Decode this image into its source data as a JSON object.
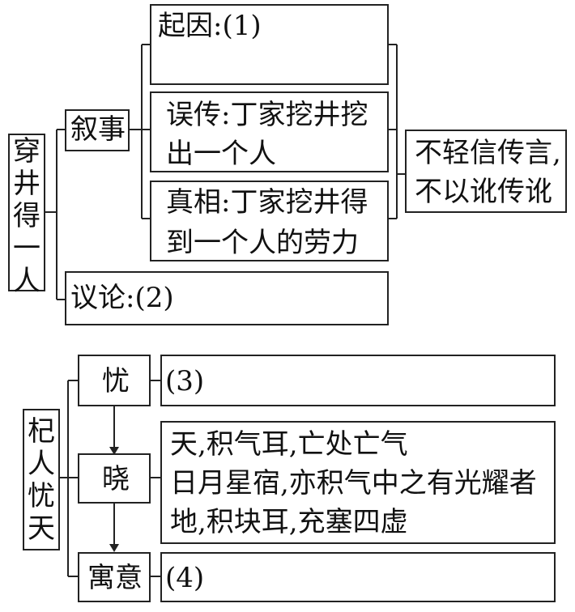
{
  "d1": {
    "root": "穿井得一人",
    "narrative": "叙事",
    "cause": "起因:(1)",
    "rumor_l1": "误传:丁家挖井挖",
    "rumor_l2": "出一个人",
    "truth_l1": "真相:丁家挖井得",
    "truth_l2": "到一个人的劳力",
    "lesson_l1": "不轻信传言,",
    "lesson_l2": "不以讹传讹",
    "discussion": "议论:(2)"
  },
  "d2": {
    "root": "杞人忧天",
    "worry": "忧",
    "worry_detail": "(3)",
    "explain": "晓",
    "explain_l1": "天,积气耳,亡处亡气",
    "explain_l2": "日月星宿,亦积气中之有光耀者",
    "explain_l3": "地,积块耳,充塞四虚",
    "moral": "寓意",
    "moral_detail": "(4)"
  }
}
